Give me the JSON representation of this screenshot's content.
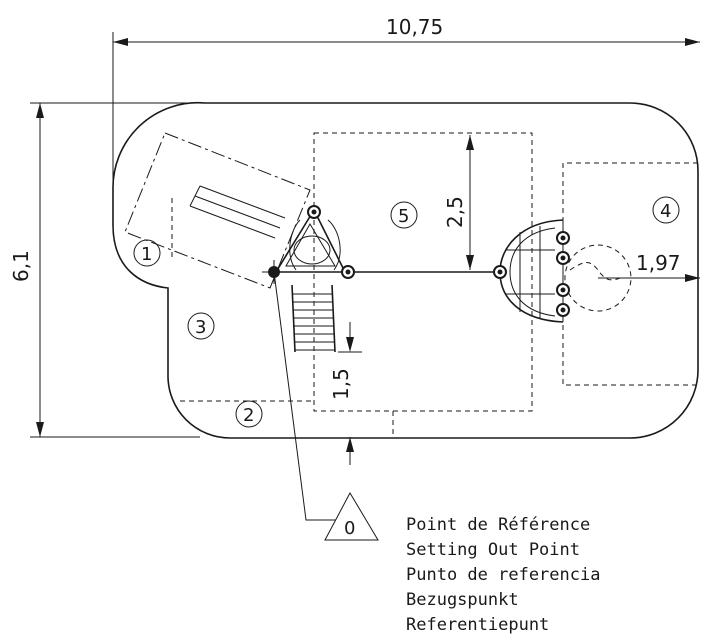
{
  "dimensions": {
    "overall_width": "10,75",
    "overall_depth": "6,1",
    "zone5_depth": "2,5",
    "zone4_radius": "1,97",
    "bottom_clearance": "1,5"
  },
  "zone_labels": [
    "1",
    "2",
    "3",
    "4",
    "5"
  ],
  "reference_marker": "0",
  "legend_lines": [
    "Point de Référence",
    "Setting Out Point",
    "Punto de referencia",
    "Bezugspunkt",
    "Referentiepunt"
  ]
}
